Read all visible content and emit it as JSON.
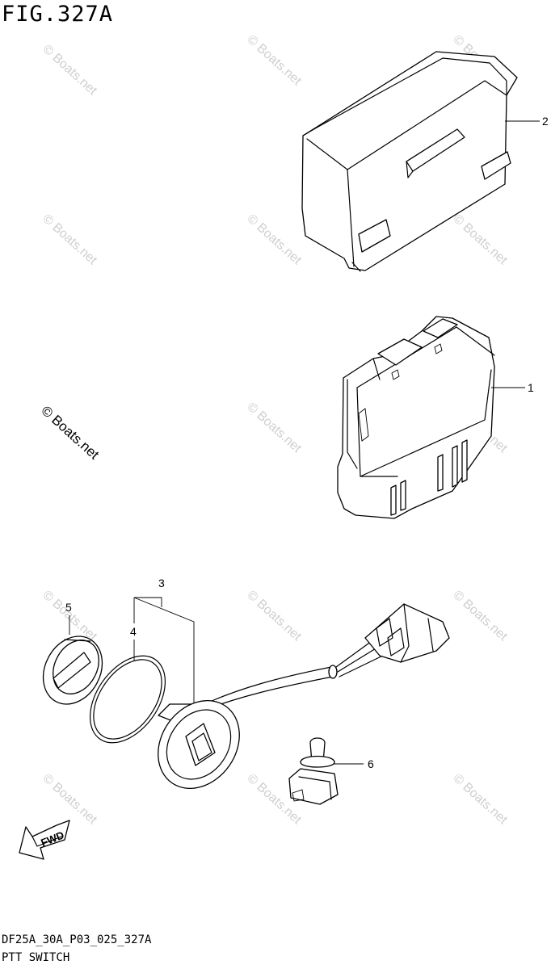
{
  "figure": {
    "title": "FIG.327A",
    "code": "DF25A_30A_P03_025_327A",
    "caption": "PTT SWITCH"
  },
  "callouts": {
    "part_1": "1",
    "part_2": "2",
    "part_3": "3",
    "part_4": "4",
    "part_5": "5",
    "part_6": "6"
  },
  "direction_arrow": {
    "label": "FWD"
  },
  "watermark": {
    "text": "© Boats.net"
  },
  "parts": [
    {
      "callout": "1",
      "icon": "electronic-module-icon"
    },
    {
      "callout": "2",
      "icon": "control-unit-cover-icon"
    },
    {
      "callout": "3",
      "icon": "ptt-switch-harness-icon"
    },
    {
      "callout": "4",
      "icon": "o-ring-icon"
    },
    {
      "callout": "5",
      "icon": "switch-cover-icon"
    },
    {
      "callout": "6",
      "icon": "clamp-clip-icon"
    }
  ]
}
